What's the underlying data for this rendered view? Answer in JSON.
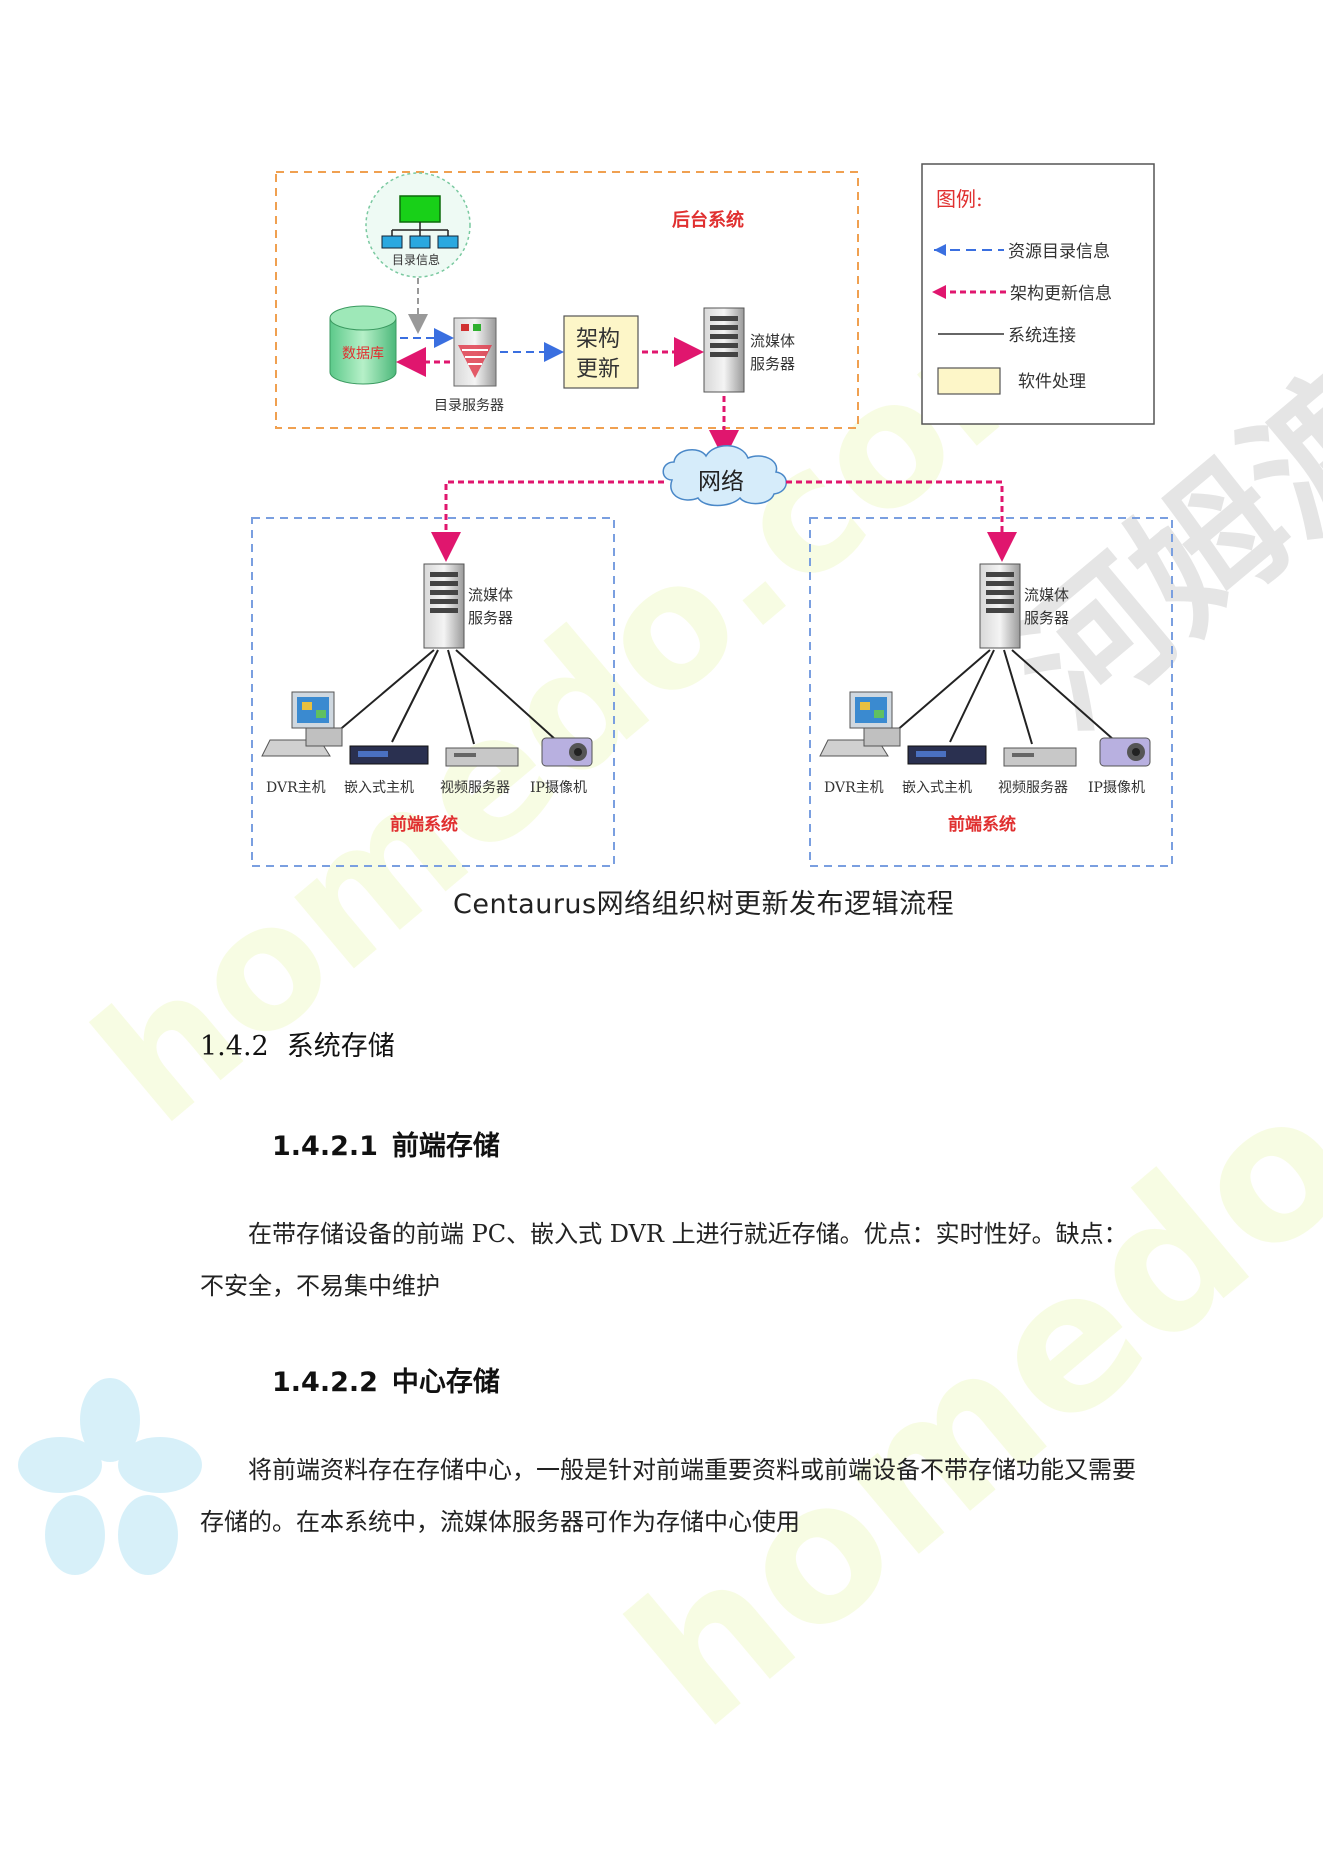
{
  "diagram": {
    "backend_title": "后台系统",
    "catalog_info_label": "目录信息",
    "database_label": "数据库",
    "catalog_server_label": "目录服务器",
    "arch_update_line1": "架构",
    "arch_update_line2": "更新",
    "media_server_line1": "流媒体",
    "media_server_line2": "服务器",
    "network_label": "网络",
    "legend": {
      "title": "图例:",
      "items": [
        "资源目录信息",
        "架构更新信息",
        "系统连接",
        "软件处理"
      ]
    },
    "frontend_left": {
      "title": "前端系统",
      "server_line1": "流媒体",
      "server_line2": "服务器",
      "devices": [
        "DVR主机",
        "嵌入式主机",
        "视频服务器",
        "IP摄像机"
      ]
    },
    "frontend_right": {
      "title": "前端系统",
      "server_line1": "流媒体",
      "server_line2": "服务器",
      "devices": [
        "DVR主机",
        "嵌入式主机",
        "视频服务器",
        "IP摄像机"
      ]
    },
    "caption": "Centaurus网络组织树更新发布逻辑流程",
    "colors": {
      "orange_border": "#f0a050",
      "blue_border": "#7a9fe0",
      "magenta": "#e0166e",
      "blue_arrow": "#3a6fe0",
      "red_text": "#e03030",
      "yellow_box": "#fdf6c8"
    }
  },
  "watermarks": [
    "homedo.com",
    "homedo.com",
    "河姆渡"
  ],
  "section_142": {
    "number": "1.4.2",
    "title": "系统存储"
  },
  "section_1421": {
    "number": "1.4.2.1",
    "title": "前端存储",
    "paragraph": "在带存储设备的前端 PC、嵌入式 DVR 上进行就近存储。优点：实时性好。缺点：不安全，不易集中维护"
  },
  "section_1422": {
    "number": "1.4.2.2",
    "title": "中心存储",
    "paragraph": "将前端资料存在存储中心，一般是针对前端重要资料或前端设备不带存储功能又需要存储的。在本系统中，流媒体服务器可作为存储中心使用"
  }
}
